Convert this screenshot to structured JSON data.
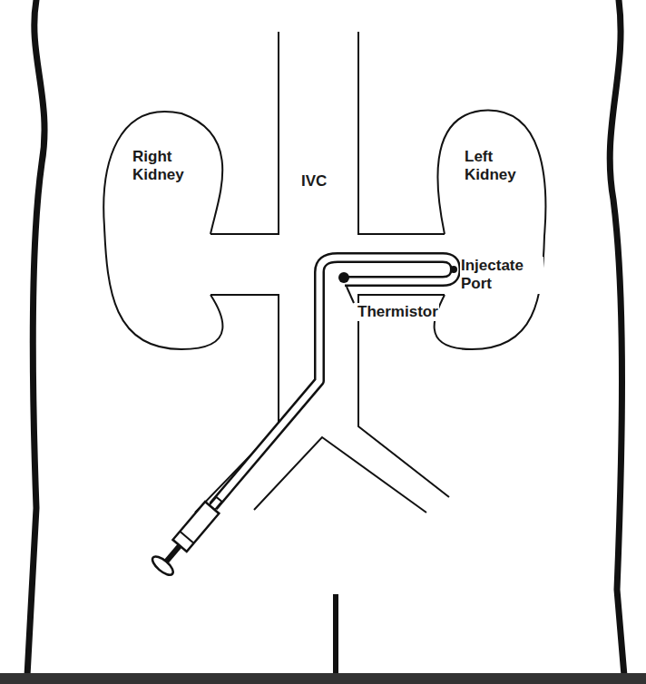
{
  "diagram": {
    "nodes": [
      {
        "text": [
          "Right Kidney"
        ]
      },
      {
        "text": [
          "Left Kidney"
        ]
      }
    ],
    "labels": [
      "IVC",
      "Injectate Port",
      "Thermistor"
    ]
  }
}
